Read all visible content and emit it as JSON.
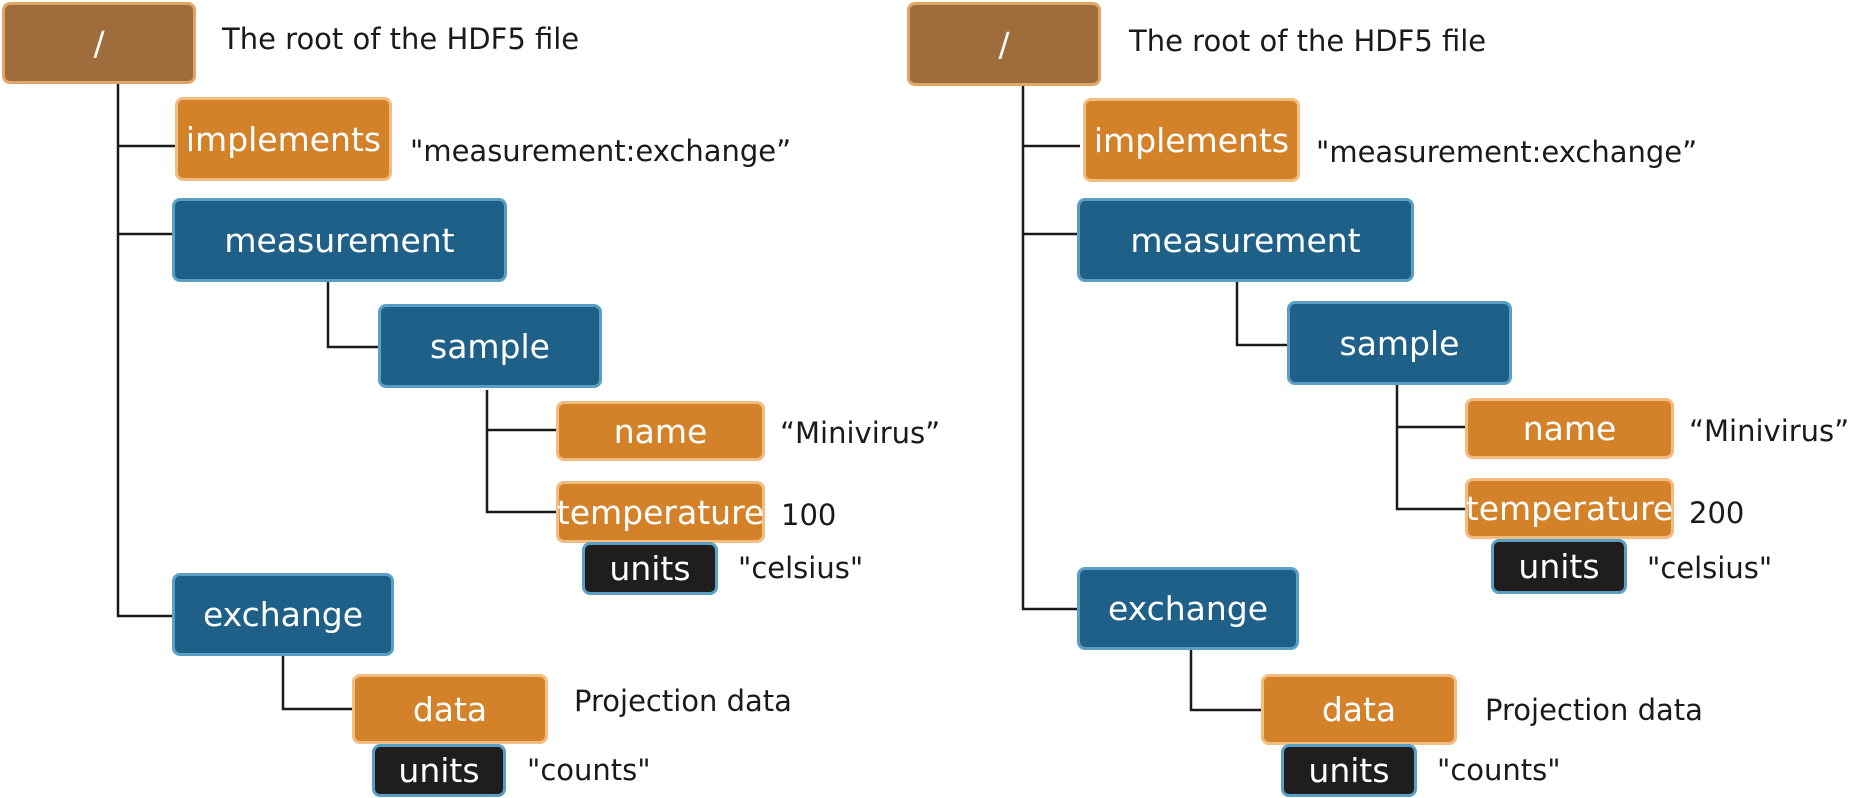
{
  "colors": {
    "root": "#9e6d3b",
    "group": "#1f6088",
    "dataset": "#d4822a",
    "attribute": "#1f1d1d",
    "connector": "#1a1a1a"
  },
  "left": {
    "root": {
      "label": "/",
      "description": "The root of the HDF5 file"
    },
    "implements": {
      "label": "implements",
      "value": "\"measurement:exchange”"
    },
    "measurement": {
      "label": "measurement"
    },
    "sample": {
      "label": "sample"
    },
    "name": {
      "label": "name",
      "value": "“Minivirus”"
    },
    "temperature": {
      "label": "temperature",
      "value": "100"
    },
    "temp_units": {
      "label": "units",
      "value": "\"celsius\""
    },
    "exchange": {
      "label": "exchange"
    },
    "data": {
      "label": "data",
      "value": "Projection data"
    },
    "data_units": {
      "label": "units",
      "value": "\"counts\""
    }
  },
  "right": {
    "root": {
      "label": "/",
      "description": "The root of the HDF5 file"
    },
    "implements": {
      "label": "implements",
      "value": "\"measurement:exchange”"
    },
    "measurement": {
      "label": "measurement"
    },
    "sample": {
      "label": "sample"
    },
    "name": {
      "label": "name",
      "value": "“Minivirus”"
    },
    "temperature": {
      "label": "temperature",
      "value": "200"
    },
    "temp_units": {
      "label": "units",
      "value": "\"celsius\""
    },
    "exchange": {
      "label": "exchange"
    },
    "data": {
      "label": "data",
      "value": "Projection data"
    },
    "data_units": {
      "label": "units",
      "value": "\"counts\""
    }
  }
}
